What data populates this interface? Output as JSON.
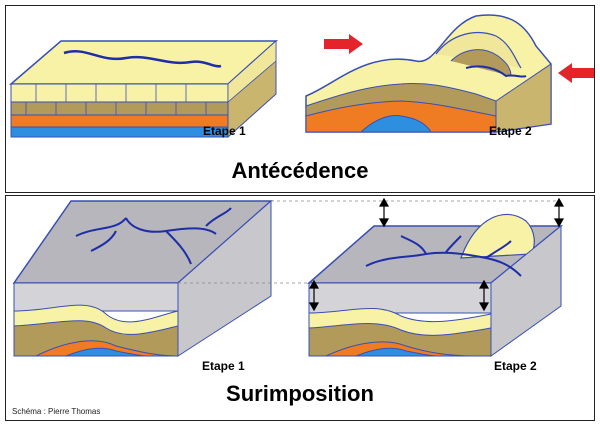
{
  "top": {
    "title": "Antécédence",
    "stage_left": "Etape 1",
    "stage_right": "Etape 2"
  },
  "bottom": {
    "title": "Surimposition",
    "stage_left": "Etape 1",
    "stage_right": "Etape 2",
    "credit": "Schéma : Pierre Thomas"
  },
  "colors": {
    "cream": "#f8f2a6",
    "brown": "#b29a5a",
    "orange": "#ef7b22",
    "blue": "#2e8fe0",
    "river": "#1f2ea8",
    "grey": "#b6b6bc",
    "arrow": "#e4232b"
  }
}
